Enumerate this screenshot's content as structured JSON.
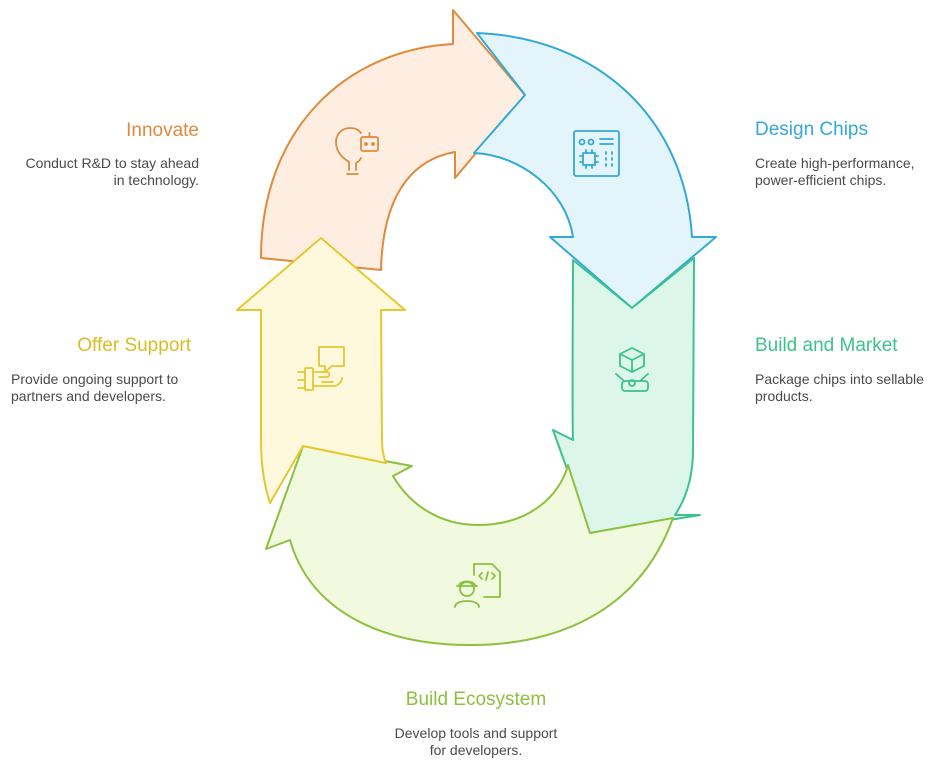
{
  "colors": {
    "innovate": "#E08A3C",
    "design": "#34A9D6",
    "build_market": "#3CC28A",
    "ecosystem": "#8CC03F",
    "support": "#E6C82E"
  },
  "steps": [
    {
      "key": "innovate",
      "title": "Innovate",
      "desc": "Conduct R&D to stay ahead\nin technology.",
      "icon": "lightbulb-robot-icon"
    },
    {
      "key": "design",
      "title": "Design Chips",
      "desc": "Create high-performance,\npower-efficient chips.",
      "icon": "circuit-board-icon"
    },
    {
      "key": "build_market",
      "title": "Build and Market",
      "desc": "Package chips into sellable\nproducts.",
      "icon": "package-hand-icon"
    },
    {
      "key": "ecosystem",
      "title": "Build Ecosystem",
      "desc": "Develop tools and support\nfor developers.",
      "icon": "developer-code-icon"
    },
    {
      "key": "support",
      "title": "Offer Support",
      "desc": "Provide ongoing support to\npartners and developers.",
      "icon": "support-handshake-icon"
    }
  ]
}
